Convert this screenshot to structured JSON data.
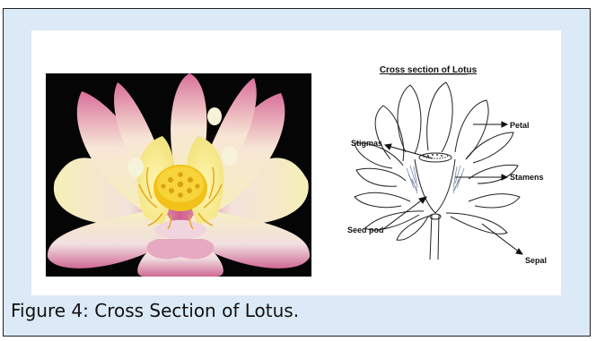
{
  "figure": {
    "caption": "Figure 4: Cross Section of Lotus.",
    "photo": {
      "subject": "lotus-flower-photo"
    },
    "diagram": {
      "title": "Cross section of Lotus",
      "labels": {
        "petal": "Petal",
        "stigmas": "Stigmas",
        "stamens": "Stamens",
        "seed_pod": "Seed pod",
        "sepal": "Sepal"
      }
    }
  },
  "colors": {
    "panel_bg": "#dce9f6",
    "border": "#222222",
    "petal_pink": "#d9709a",
    "petal_cream": "#f7f1c4",
    "center_yellow": "#f2c21a"
  }
}
